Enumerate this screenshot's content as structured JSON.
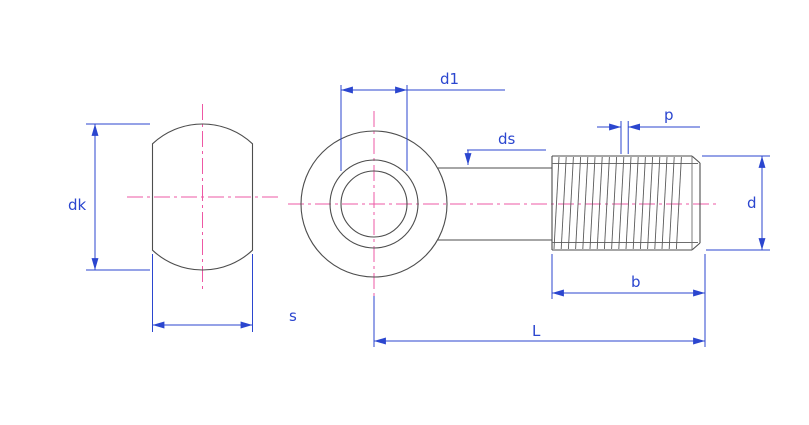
{
  "labels": {
    "dk": "dk",
    "s": "s",
    "d1": "d1",
    "ds": "ds",
    "p": "p",
    "d": "d",
    "b": "b",
    "L": "L"
  },
  "colors": {
    "dimension": "#2b46cf",
    "centerline": "#ee58a4",
    "outline": "#4d4d4d",
    "background": "#ffffff"
  }
}
